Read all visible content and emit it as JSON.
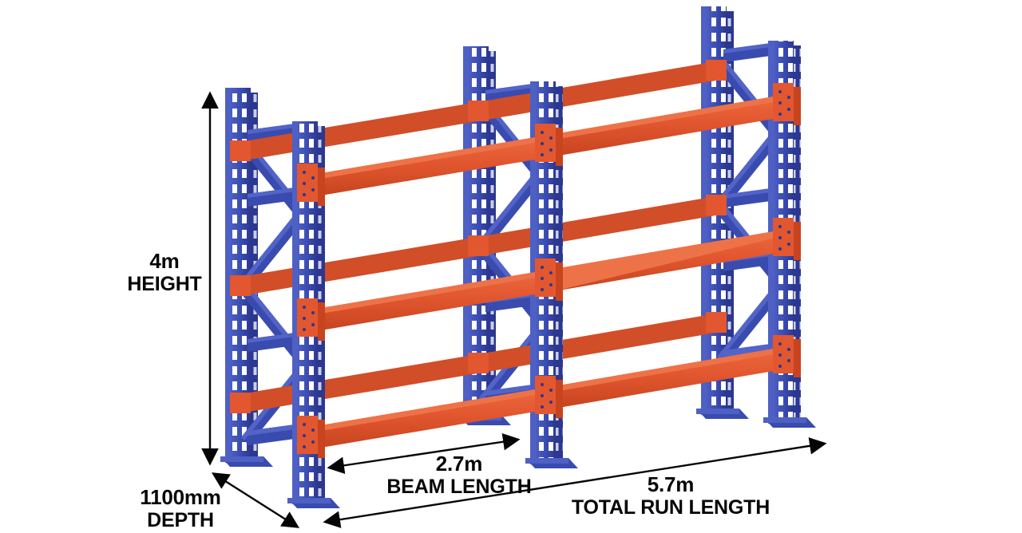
{
  "diagram": {
    "title": "Pallet Racking Dimensions Diagram",
    "background_color": "#FFFFFF",
    "colors": {
      "frame_blue": "#3A4BB0",
      "frame_blue_dark": "#2B3790",
      "frame_blue_darker": "#222C78",
      "frame_blue_light": "#4E60C4",
      "beam_orange": "#E2572F",
      "beam_orange_dark": "#C7441F",
      "beam_orange_light": "#EE6A40",
      "slot_white": "#FFFFFF",
      "dimension_black": "#050505"
    }
  },
  "dimensions": {
    "height": {
      "value": "4m",
      "caption": "HEIGHT",
      "name": "overall-height"
    },
    "depth": {
      "value": "1100mm",
      "caption": "DEPTH",
      "name": "frame-depth"
    },
    "beam_length": {
      "value": "2.7m",
      "caption": "BEAM LENGTH",
      "name": "beam-length"
    },
    "total_run": {
      "value": "5.7m",
      "caption": "TOTAL RUN LENGTH",
      "name": "total-run-length"
    }
  },
  "structure": {
    "bays": 2,
    "frames": 3,
    "beam_levels_per_bay": 3,
    "upright_count": 6,
    "base_plates": 6
  },
  "chart_data": {
    "type": "table",
    "title": "Pallet Racking Dimensions",
    "categories": [
      "HEIGHT",
      "DEPTH",
      "BEAM LENGTH",
      "TOTAL RUN LENGTH"
    ],
    "values": [
      "4m",
      "1100mm",
      "2.7m",
      "5.7m"
    ]
  }
}
